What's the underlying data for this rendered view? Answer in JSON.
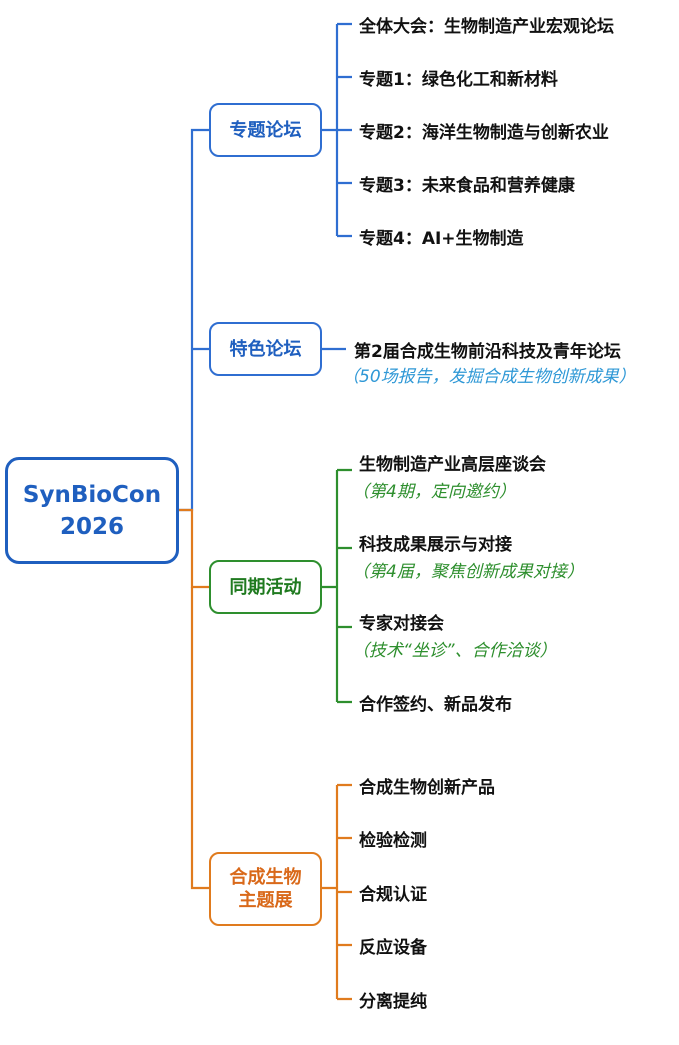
{
  "colors": {
    "blue": "#2f6ed1",
    "green": "#2e8f2e",
    "orange": "#e07b1e",
    "cyan": "#2f98d6"
  },
  "root": {
    "line1": "SynBioCon",
    "line2": "2026"
  },
  "branches": {
    "forum": {
      "label": "专题论坛",
      "items": [
        "全体大会：生物制造产业宏观论坛",
        "专题1：绿色化工和新材料",
        "专题2：海洋生物制造与创新农业",
        "专题3：未来食品和营养健康",
        "专题4：AI+生物制造"
      ]
    },
    "special": {
      "label": "特色论坛",
      "items": [
        {
          "title": "第2届合成生物前沿科技及青年论坛",
          "note": "（50场报告，发掘合成生物创新成果）"
        }
      ]
    },
    "events": {
      "label": "同期活动",
      "items": [
        {
          "title": "生物制造产业高层座谈会",
          "note": "（第4期，定向邀约）"
        },
        {
          "title": "科技成果展示与对接",
          "note": "（第4届，聚焦创新成果对接）"
        },
        {
          "title": "专家对接会",
          "note": "（技术“坐诊”、合作洽谈）"
        },
        {
          "title": "合作签约、新品发布",
          "note": ""
        }
      ]
    },
    "expo": {
      "label_line1": "合成生物",
      "label_line2": "主题展",
      "items": [
        "合成生物创新产品",
        "检验检测",
        "合规认证",
        "反应设备",
        "分离提纯"
      ]
    }
  }
}
